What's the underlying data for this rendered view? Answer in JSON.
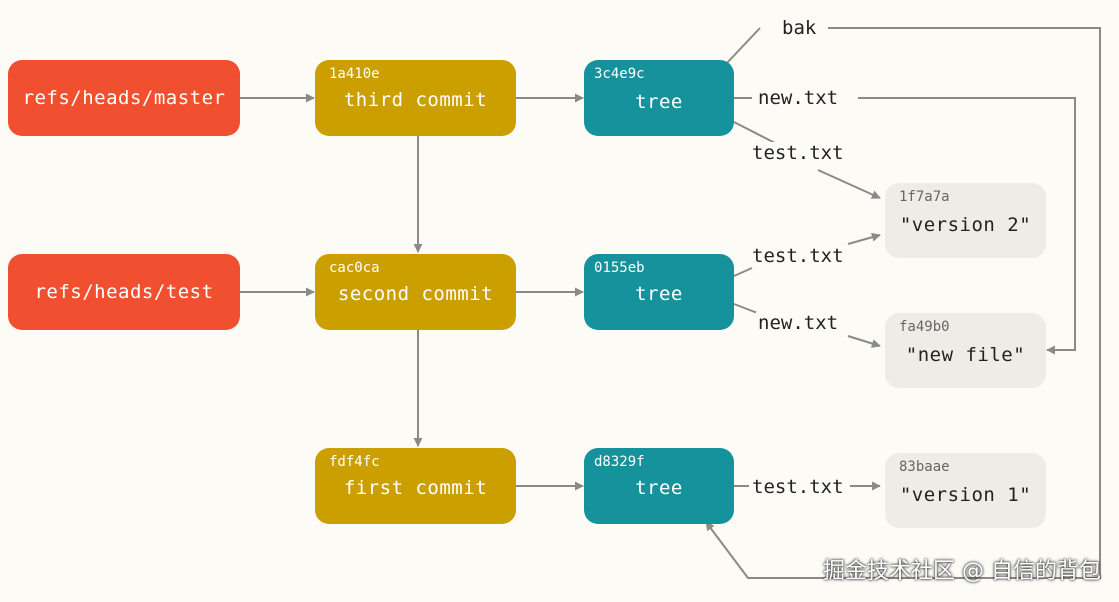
{
  "refs": {
    "master": "refs/heads/master",
    "test": "refs/heads/test"
  },
  "commits": [
    {
      "hash": "1a410e",
      "message": "third commit"
    },
    {
      "hash": "cac0ca",
      "message": "second commit"
    },
    {
      "hash": "fdf4fc",
      "message": "first commit"
    }
  ],
  "trees": [
    {
      "hash": "3c4e9c",
      "label": "tree"
    },
    {
      "hash": "0155eb",
      "label": "tree"
    },
    {
      "hash": "d8329f",
      "label": "tree"
    }
  ],
  "blobs": [
    {
      "hash": "1f7a7a",
      "content": "\"version 2\""
    },
    {
      "hash": "fa49b0",
      "content": "\"new file\""
    },
    {
      "hash": "83baae",
      "content": "\"version 1\""
    }
  ],
  "edge_labels": {
    "bak": "bak",
    "new_txt_1": "new.txt",
    "test_txt_1": "test.txt",
    "test_txt_2": "test.txt",
    "new_txt_2": "new.txt",
    "test_txt_3": "test.txt"
  },
  "watermark": "掘金技术社区 @ 自信的背包",
  "colors": {
    "ref": "#f15030",
    "commit": "#cc9f00",
    "tree": "#15929c",
    "blob": "#eeece6",
    "arrow": "#8a8a88"
  }
}
